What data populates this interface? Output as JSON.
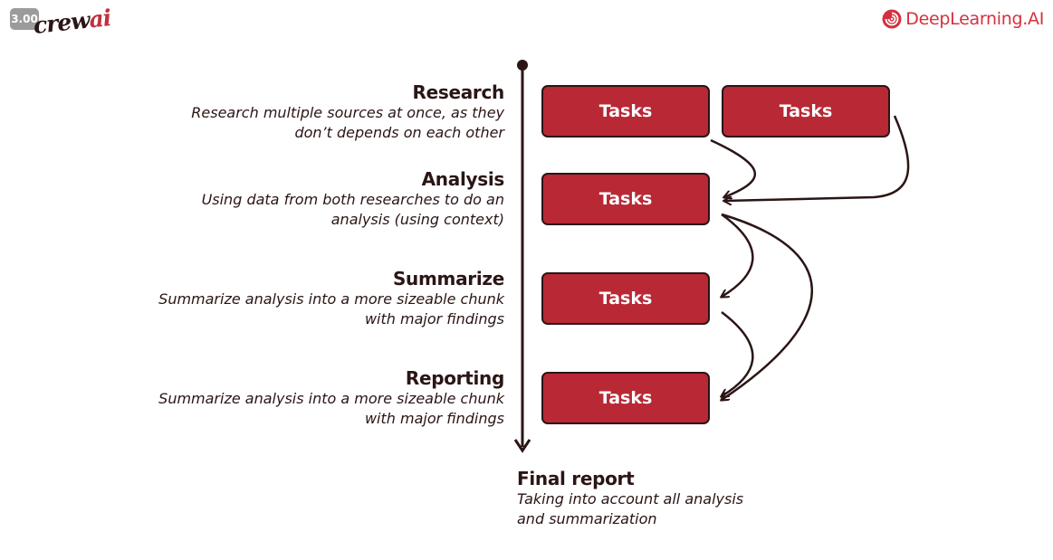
{
  "player": {
    "speed": "3.00"
  },
  "logos": {
    "crewai": {
      "prefix": "crew",
      "suffix": "ai"
    },
    "deeplearning": {
      "text": "DeepLearning.AI",
      "color": "#d4313f",
      "icon": "deeplearning-spiral-icon"
    }
  },
  "stages": [
    {
      "title": "Research",
      "desc": [
        "Research multiple sources at once, as they",
        "don’t depends on each other"
      ]
    },
    {
      "title": "Analysis",
      "desc": [
        "Using data from both researches to do an",
        "analysis (using context)"
      ]
    },
    {
      "title": "Summarize",
      "desc": [
        "Summarize analysis into a more sizeable chunk",
        "with major findings"
      ]
    },
    {
      "title": "Reporting",
      "desc": [
        "Summarize analysis into a more sizeable chunk",
        "with major findings"
      ]
    }
  ],
  "final": {
    "title": "Final report",
    "desc": [
      "Taking into account all analysis",
      "and summarization"
    ]
  },
  "tasks": {
    "label": "Tasks",
    "fill_color": "#b82835",
    "outline_color": "#2b1515"
  },
  "colors": {
    "text": "#2b1515",
    "background": "#ffffff"
  }
}
